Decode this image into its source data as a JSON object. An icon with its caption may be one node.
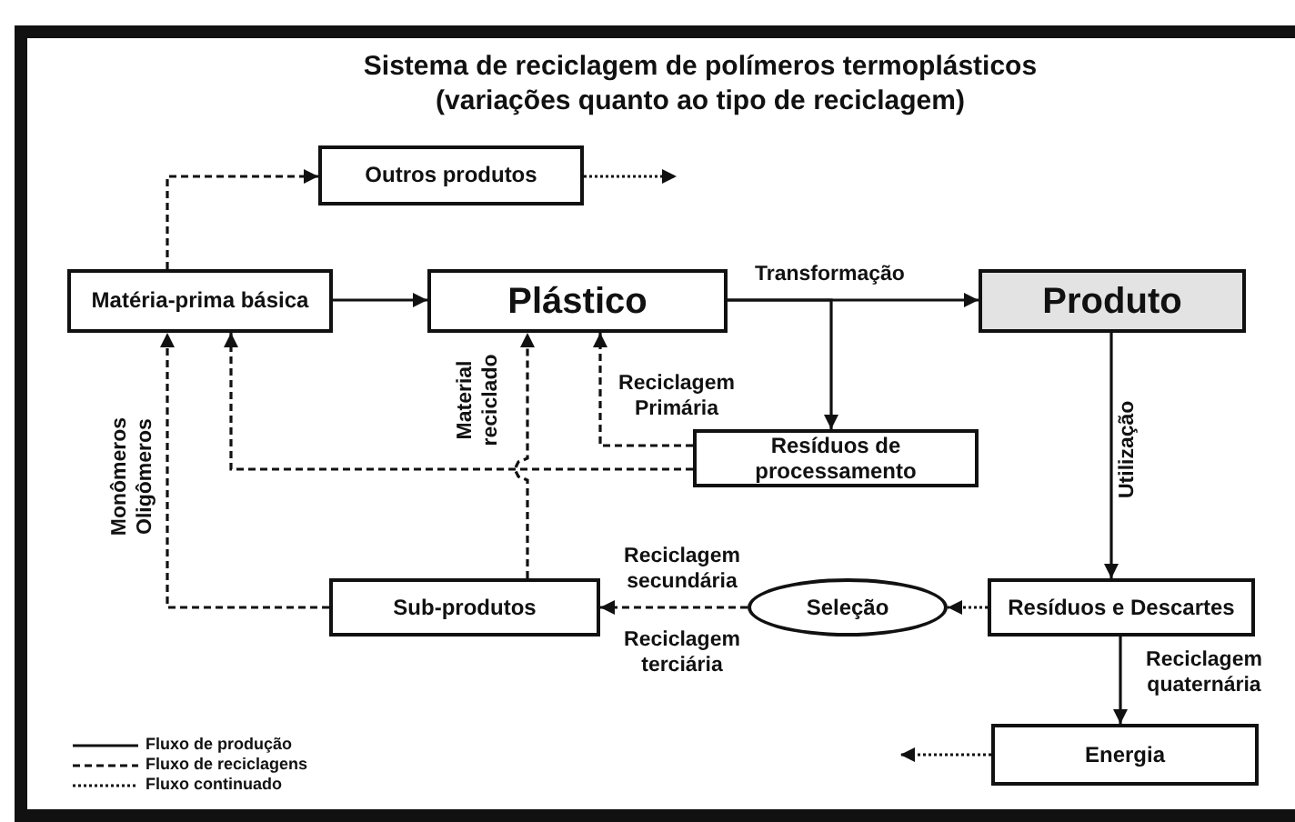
{
  "diagram": {
    "title": "Sistema de reciclagem de polímeros termoplásticos (variações quanto ao tipo de reciclagem)",
    "nodes": [
      {
        "text": [
          "Outros produtos"
        ]
      },
      {
        "text": [
          "Matéria-prima básica"
        ]
      },
      {
        "text": [
          "Plástico"
        ]
      },
      {
        "text": [
          "Produto"
        ]
      },
      {
        "text": [
          "Resíduos de processamento"
        ]
      },
      {
        "text": [
          "Sub-produtos"
        ]
      },
      {
        "text": [
          "Seleção"
        ]
      },
      {
        "text": [
          "Resíduos e Descartes"
        ]
      },
      {
        "text": [
          "Energia"
        ]
      }
    ],
    "edges": [
      {
        "from": 1,
        "to": 0,
        "arrow": "to",
        "style": "dashed"
      },
      {
        "from": 0,
        "to": null,
        "arrow": "to",
        "style": "dashed"
      },
      {
        "from": 1,
        "to": 2,
        "arrow": "to"
      },
      {
        "from": 2,
        "to": 3,
        "arrow": "to",
        "label": "Transformação"
      },
      {
        "from": 2,
        "to": 4,
        "arrow": "to"
      },
      {
        "from": 4,
        "to": 2,
        "arrow": "to",
        "style": "dashed",
        "label": "Reciclagem Primária"
      },
      {
        "from": 4,
        "to": 1,
        "arrow": "to",
        "style": "dashed"
      },
      {
        "from": 3,
        "to": 7,
        "arrow": "to",
        "label": "Utilização"
      },
      {
        "from": 7,
        "to": 6,
        "arrow": "to",
        "style": "dashed"
      },
      {
        "from": 6,
        "to": 5,
        "arrow": "to",
        "style": "dashed",
        "label": "Reciclagem secundária"
      },
      {
        "from": 5,
        "to": 2,
        "arrow": "to",
        "style": "dashed",
        "label": "Material reciclado"
      },
      {
        "from": 5,
        "to": 1,
        "arrow": "to",
        "style": "dashed",
        "label": "Monômeros Oligômeros"
      },
      {
        "from": 7,
        "to": 8,
        "arrow": "to",
        "label": "Reciclagem quaternária"
      },
      {
        "from": 8,
        "to": null,
        "arrow": "to",
        "style": "dashed"
      }
    ],
    "labels": [
      "Reciclagem terciária"
    ],
    "legend": [
      {
        "text": "Fluxo de produção"
      },
      {
        "text": "Fluxo de reciclagens"
      },
      {
        "text": "Fluxo continuado"
      }
    ]
  }
}
